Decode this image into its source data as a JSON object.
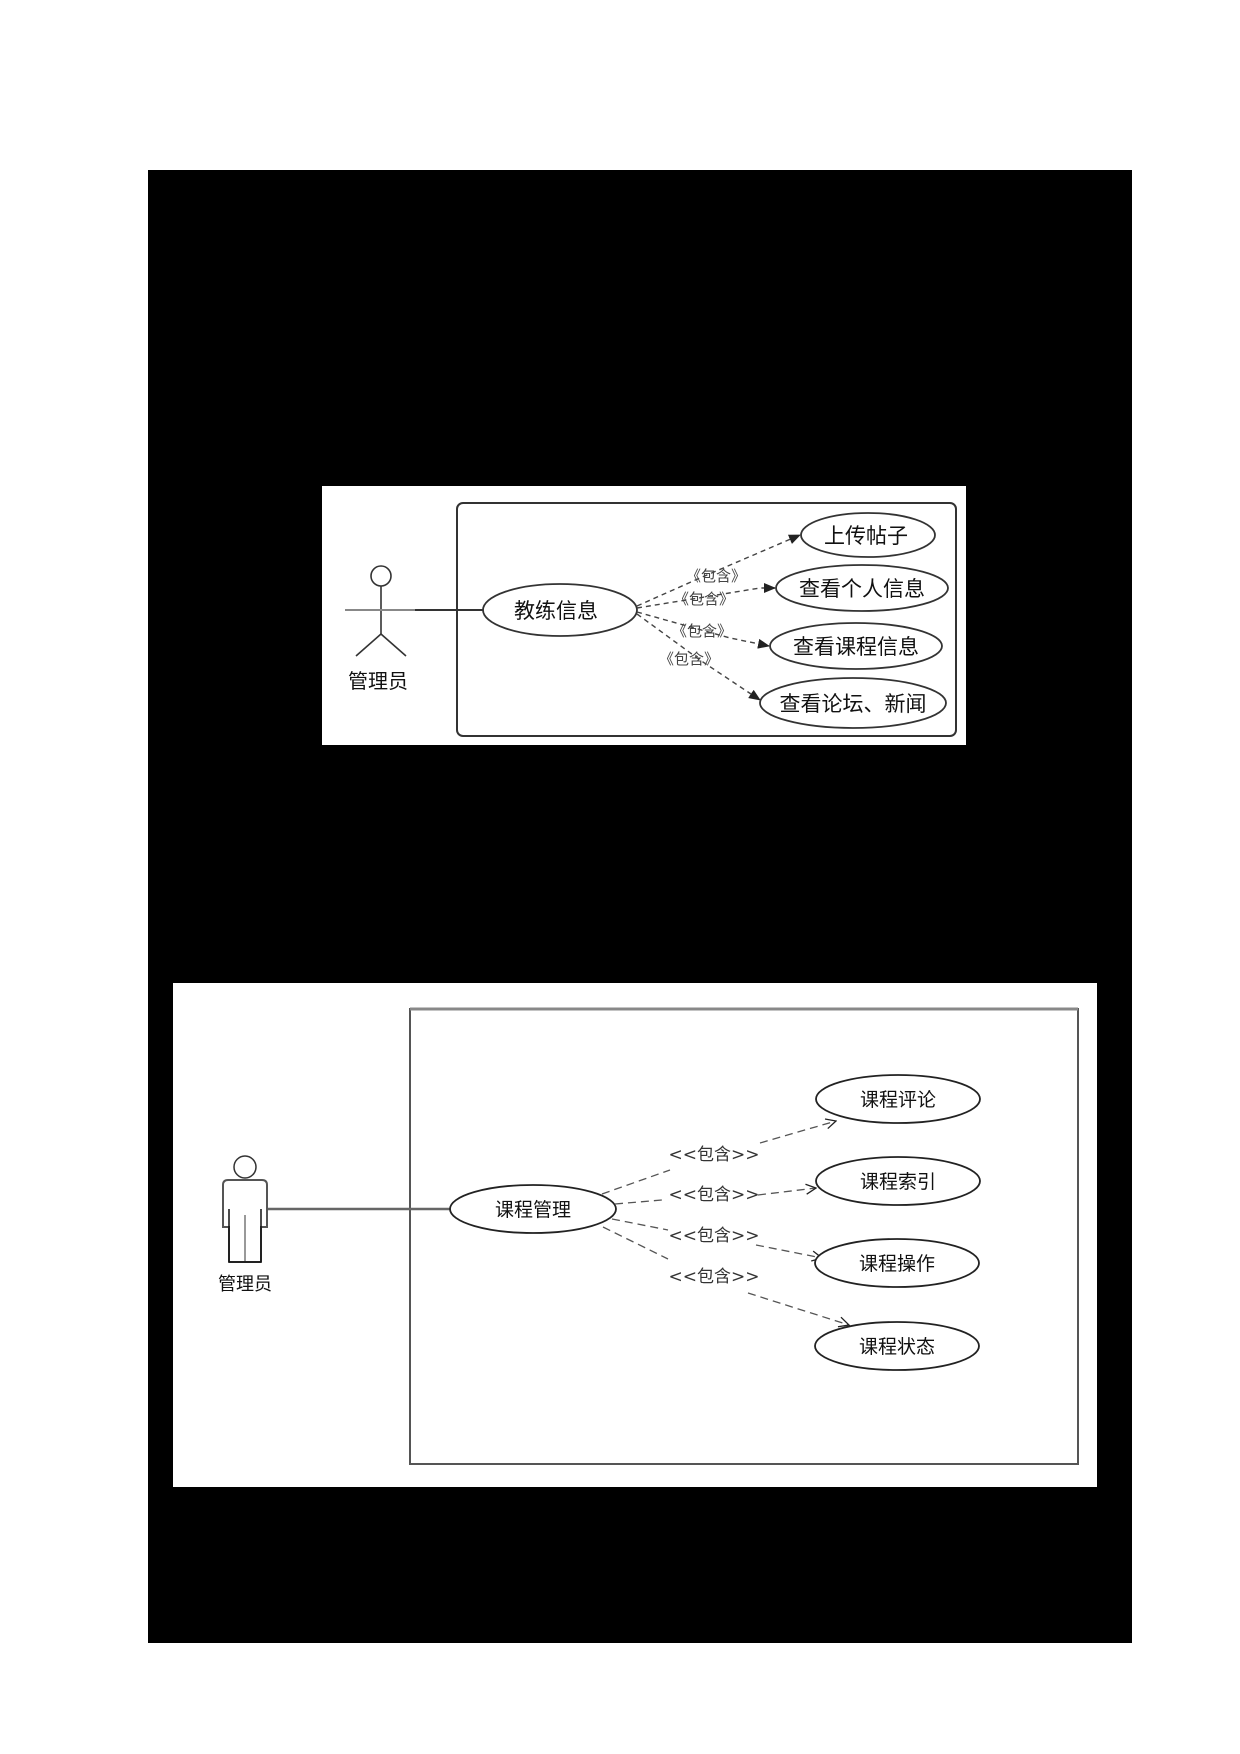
{
  "page": {
    "background": "#ffffff",
    "block_color": "#000000"
  },
  "diagram1": {
    "type": "uml-use-case",
    "actor": {
      "label": "管理员"
    },
    "base_use_case": {
      "label": "教练信息"
    },
    "relationship_label": "《包含》",
    "included_use_cases": [
      {
        "label": "上传帖子",
        "stereotype": "《包含》"
      },
      {
        "label": "查看个人信息",
        "stereotype": "《包含》"
      },
      {
        "label": "查看课程信息",
        "stereotype": "《包含》"
      },
      {
        "label": "查看论坛、新闻",
        "stereotype": "《包含》"
      }
    ]
  },
  "diagram2": {
    "type": "uml-use-case",
    "actor": {
      "label": "管理员"
    },
    "base_use_case": {
      "label": "课程管理"
    },
    "relationship_label": "<<包含>>",
    "included_use_cases": [
      {
        "label": "课程评论",
        "stereotype": "<<包含>>"
      },
      {
        "label": "课程索引",
        "stereotype": "<<包含>>"
      },
      {
        "label": "课程操作",
        "stereotype": "<<包含>>"
      },
      {
        "label": "课程状态",
        "stereotype": "<<包含>>"
      }
    ]
  }
}
